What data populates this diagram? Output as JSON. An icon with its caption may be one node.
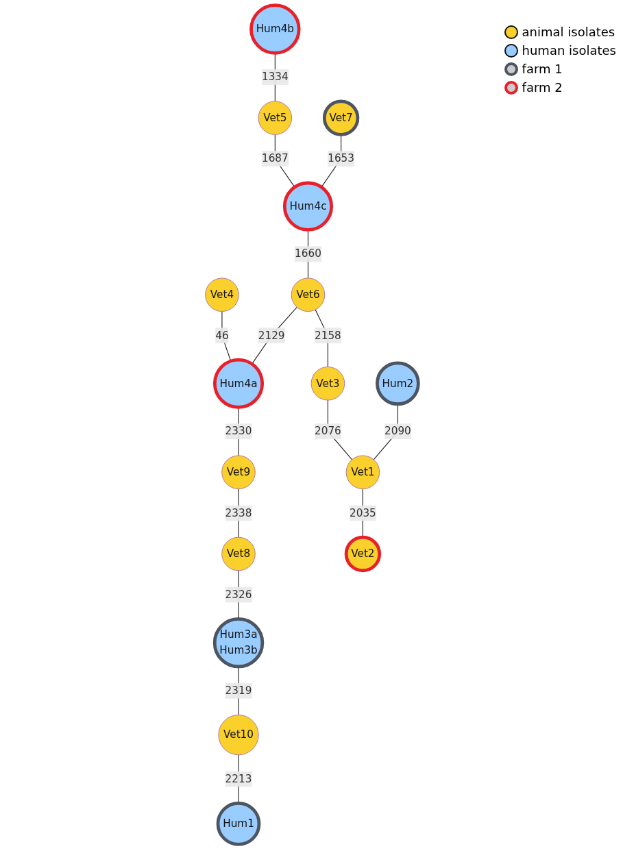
{
  "diagram": {
    "nodes": [
      {
        "text": [
          "Hum4b"
        ]
      },
      {
        "text": [
          "Vet5"
        ]
      },
      {
        "text": [
          "Hum4c"
        ]
      },
      {
        "text": [
          "Vet7"
        ]
      },
      {
        "text": [
          "Vet4"
        ]
      },
      {
        "text": [
          "Vet6"
        ]
      },
      {
        "text": [
          "Hum4a"
        ]
      },
      {
        "text": [
          "Vet3"
        ]
      },
      {
        "text": [
          "Vet9"
        ]
      },
      {
        "text": [
          "Hum2"
        ]
      },
      {
        "text": [
          "Vet1"
        ]
      },
      {
        "text": [
          "Vet8"
        ]
      },
      {
        "text": [
          "Vet2"
        ]
      },
      {
        "text": [
          "Hum3a",
          "Hum3b"
        ]
      },
      {
        "text": [
          "Vet10"
        ]
      },
      {
        "text": [
          "Hum1"
        ]
      }
    ],
    "edges": [
      {
        "from": 0,
        "to": 1,
        "arrow": "none",
        "label": "1334"
      },
      {
        "from": 1,
        "to": 2,
        "arrow": "none",
        "label": "1687"
      },
      {
        "from": 3,
        "to": 2,
        "arrow": "none",
        "label": "1653"
      },
      {
        "from": 2,
        "to": 5,
        "arrow": "none",
        "label": "1660"
      },
      {
        "from": 4,
        "to": 6,
        "arrow": "none",
        "label": "46"
      },
      {
        "from": 5,
        "to": 6,
        "arrow": "none",
        "label": "2129"
      },
      {
        "from": 5,
        "to": 7,
        "arrow": "none",
        "label": "2158"
      },
      {
        "from": 6,
        "to": 8,
        "arrow": "none",
        "label": "2330"
      },
      {
        "from": 7,
        "to": 10,
        "arrow": "none",
        "label": "2076"
      },
      {
        "from": 9,
        "to": 10,
        "arrow": "none",
        "label": "2090"
      },
      {
        "from": 10,
        "to": 12,
        "arrow": "none",
        "label": "2035"
      },
      {
        "from": 8,
        "to": 11,
        "arrow": "none",
        "label": "2338"
      },
      {
        "from": 11,
        "to": 13,
        "arrow": "none",
        "label": "2326"
      },
      {
        "from": 13,
        "to": 14,
        "arrow": "none",
        "label": "2319"
      },
      {
        "from": 14,
        "to": 15,
        "arrow": "none",
        "label": "2213"
      }
    ],
    "legend": [
      {
        "text": "animal isolates",
        "color": "#fad02c"
      },
      {
        "text": "human isolates",
        "color": "#99ccff"
      },
      {
        "text": "farm 1",
        "color": "#4d5560"
      },
      {
        "text": "farm 2",
        "color": "#e8202a"
      }
    ]
  }
}
